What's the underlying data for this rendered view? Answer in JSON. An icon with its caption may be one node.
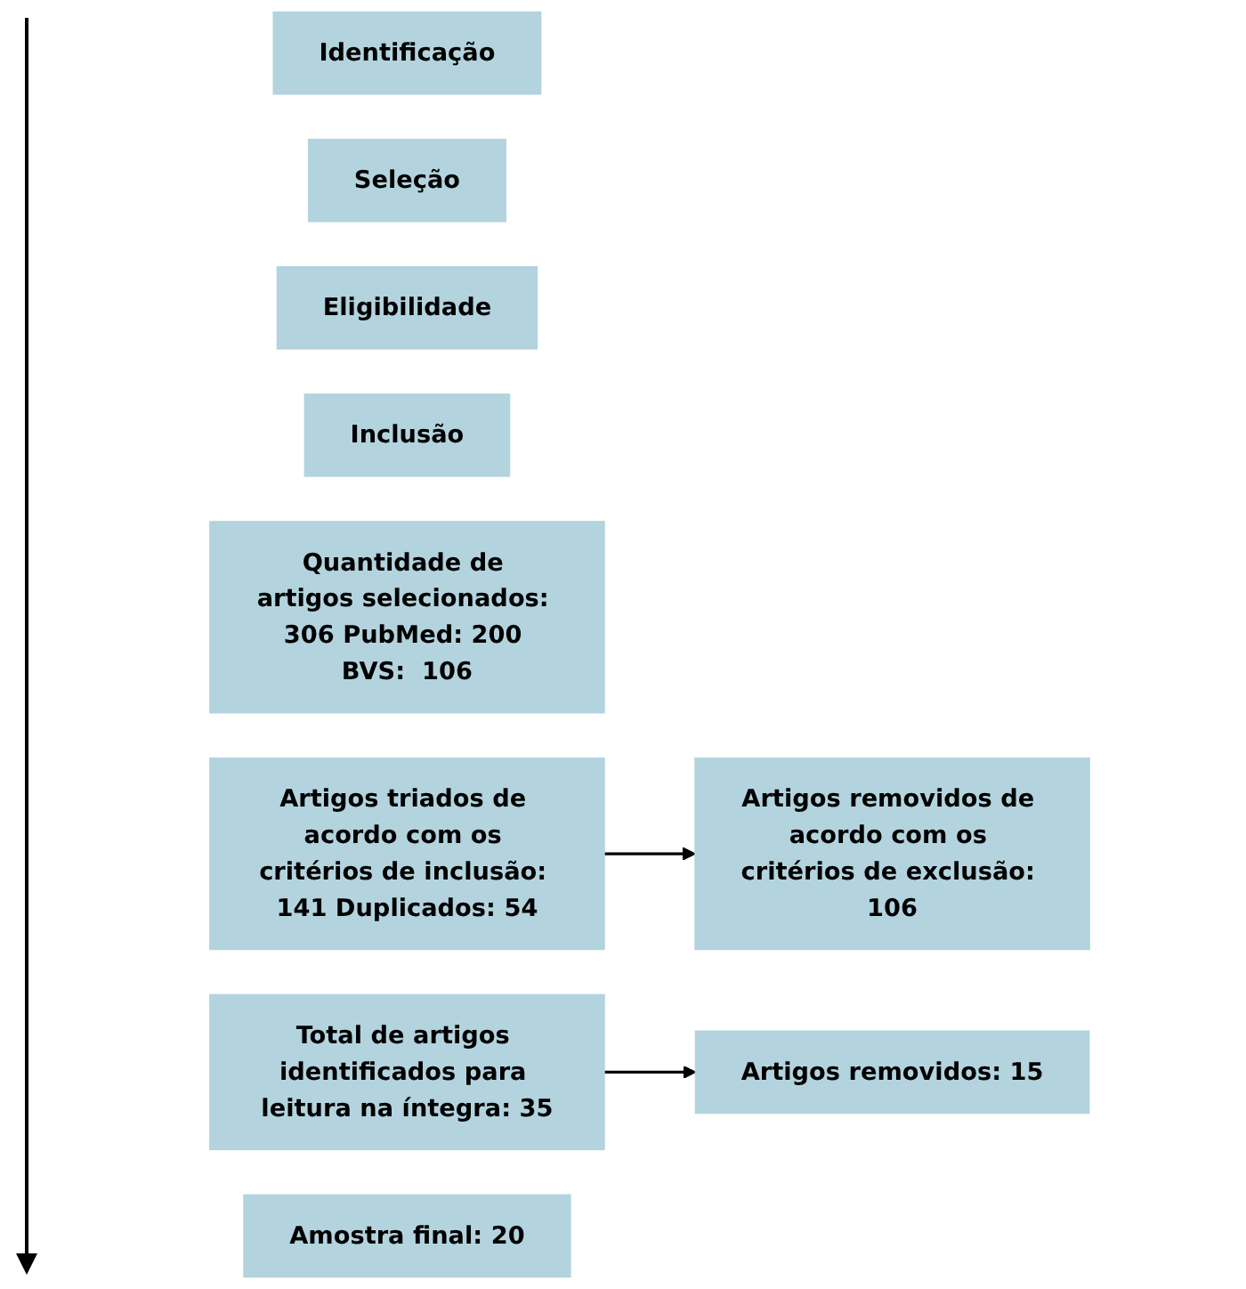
{
  "diagram": {
    "nodes": [
      {
        "text": [
          "Identificação"
        ]
      },
      {
        "text": [
          "Seleção"
        ]
      },
      {
        "text": [
          "Eligibilidade"
        ]
      },
      {
        "text": [
          "Inclusão"
        ]
      },
      {
        "text": [
          "Quantidade de artigos selecionados: 306 PubMed: 200 BVS:  106"
        ]
      },
      {
        "text": [
          "Artigos triados de acordo com os critérios de inclusão: 141 Duplicados: 54"
        ]
      },
      {
        "text": [
          "Artigos removidos de acordo com os critérios de exclusão: 106"
        ]
      },
      {
        "text": [
          "Total de artigos identificados para leitura na íntegra: 35"
        ]
      },
      {
        "text": [
          "Artigos removidos: 15"
        ]
      },
      {
        "text": [
          "Amostra final: 20"
        ]
      }
    ],
    "edges": [
      {
        "from": 5,
        "to": 6,
        "arrow": "to"
      },
      {
        "from": 7,
        "to": 8,
        "arrow": "to"
      }
    ]
  }
}
